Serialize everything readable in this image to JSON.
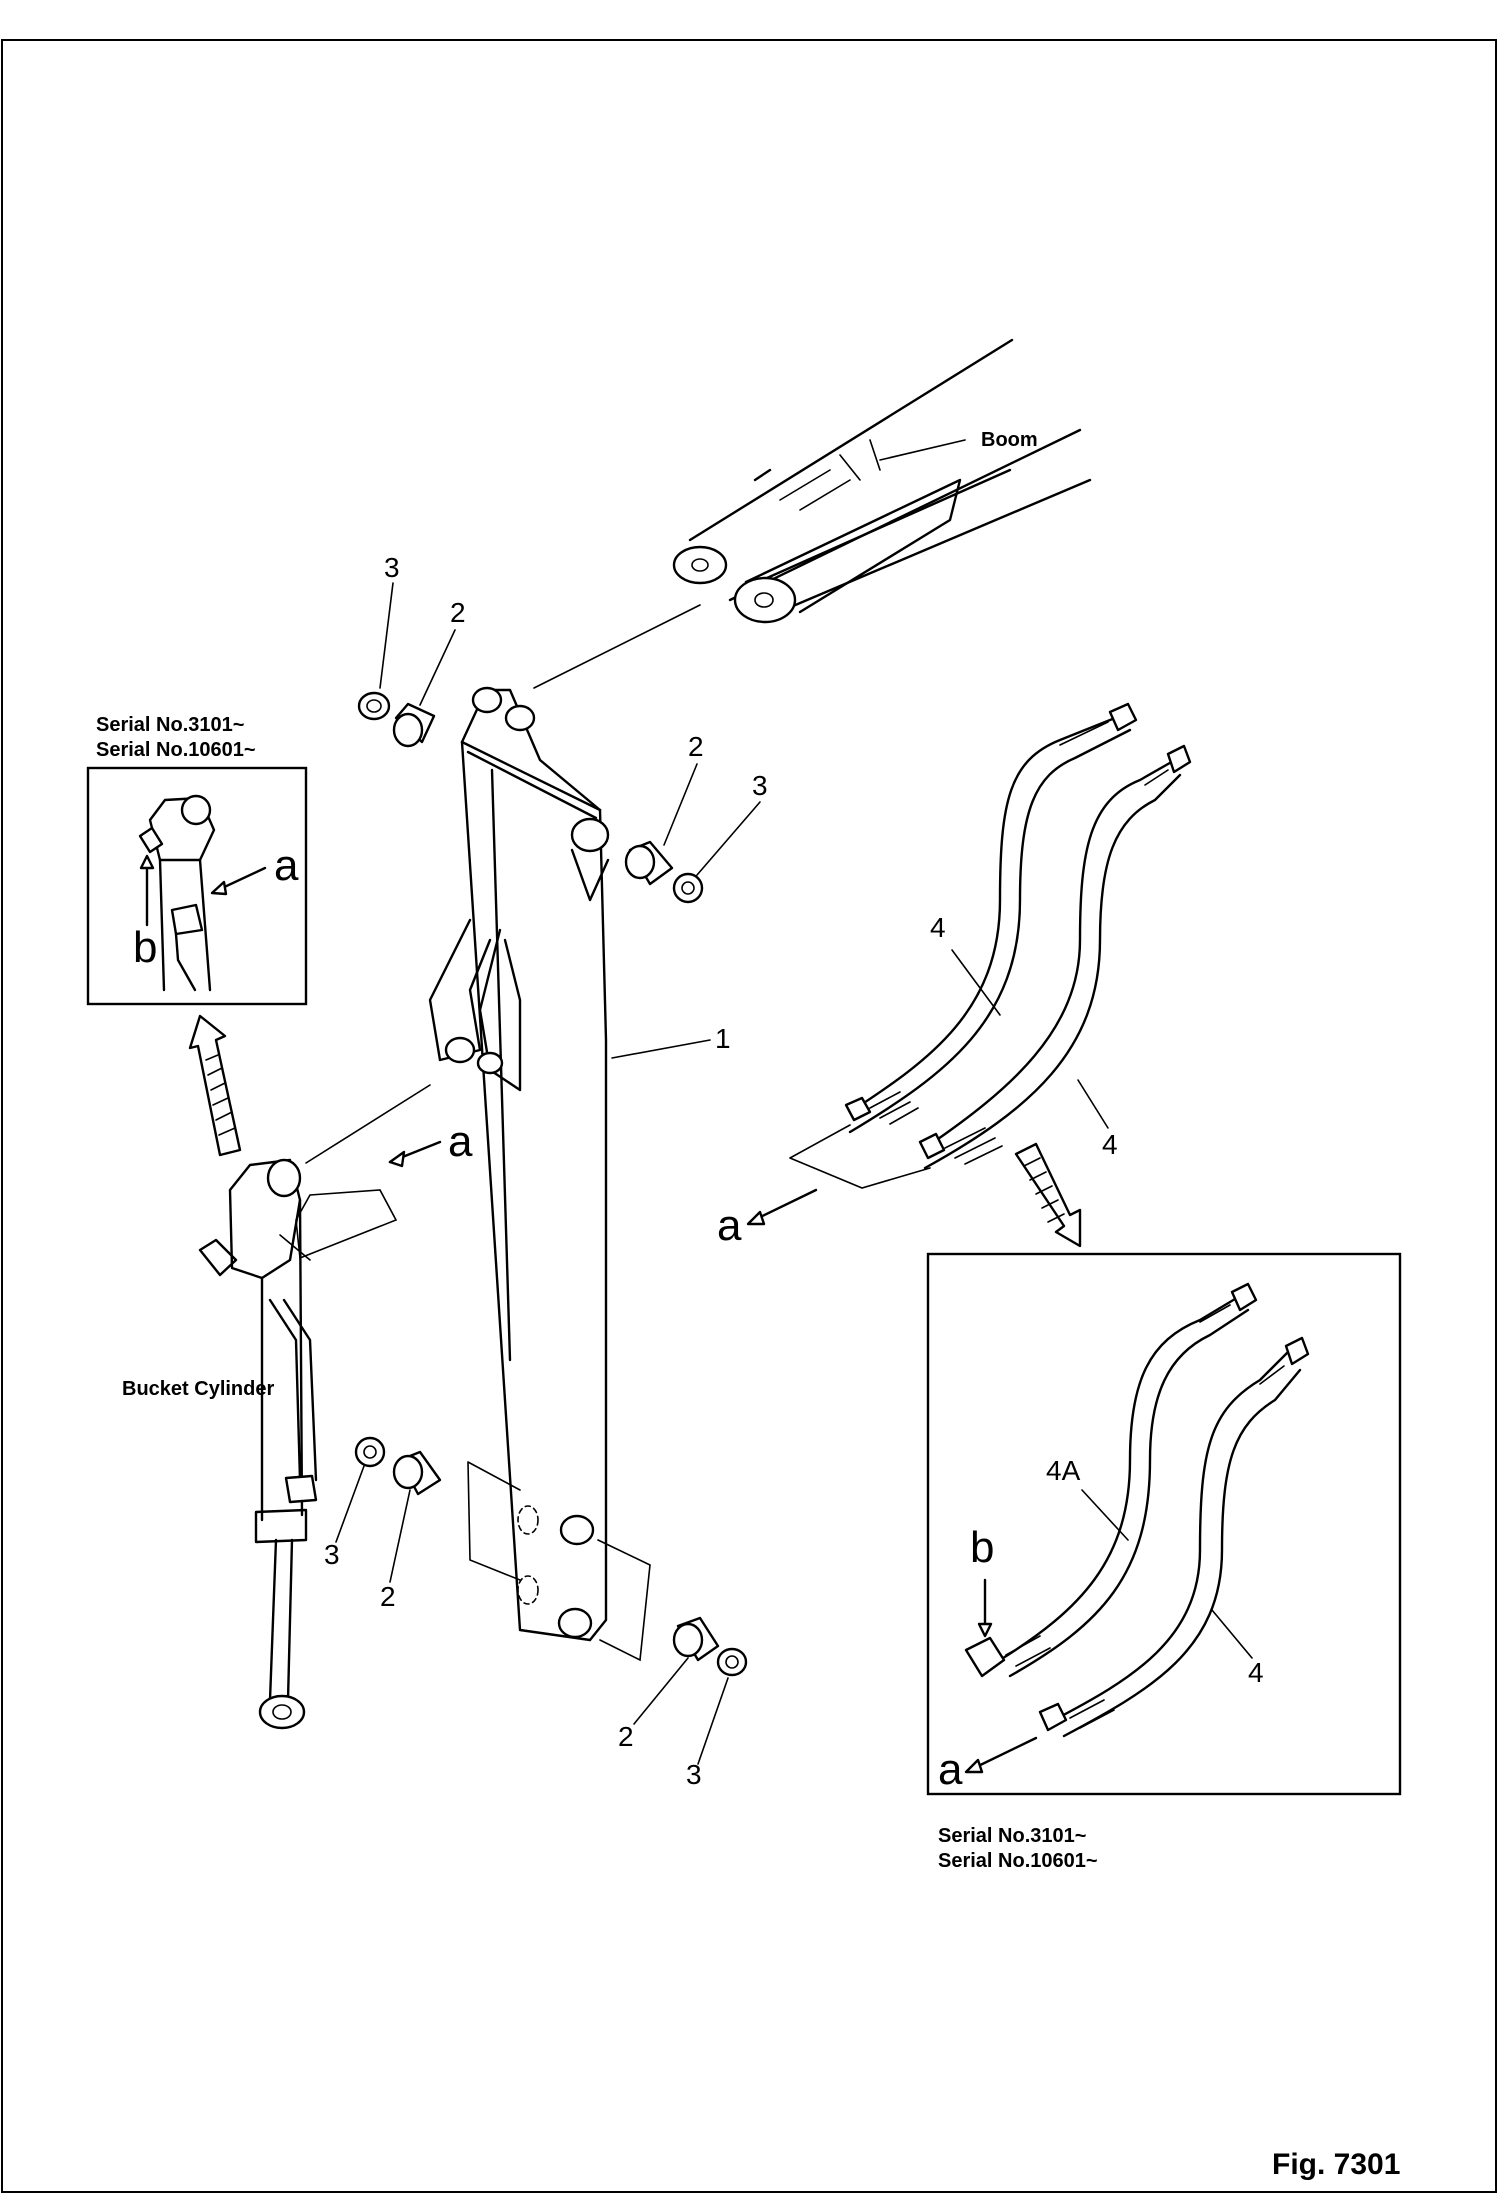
{
  "figure": {
    "fig_label": "Fig. 7301"
  },
  "labels": {
    "boom": "Boom",
    "bucket_cylinder": "Bucket  Cylinder"
  },
  "serial_notes": {
    "left_line1": "Serial No.3101~",
    "left_line2": "Serial No.10601~",
    "right_line1": "Serial No.3101~",
    "right_line2": "Serial No.10601~"
  },
  "callouts": {
    "arm": "1",
    "bushing": "2",
    "seal": "3",
    "hose": "4",
    "hose_alt": "4A"
  },
  "connection_letters": {
    "a": "a",
    "b": "b"
  },
  "colors": {
    "ink": "#000000",
    "paper": "#ffffff"
  }
}
